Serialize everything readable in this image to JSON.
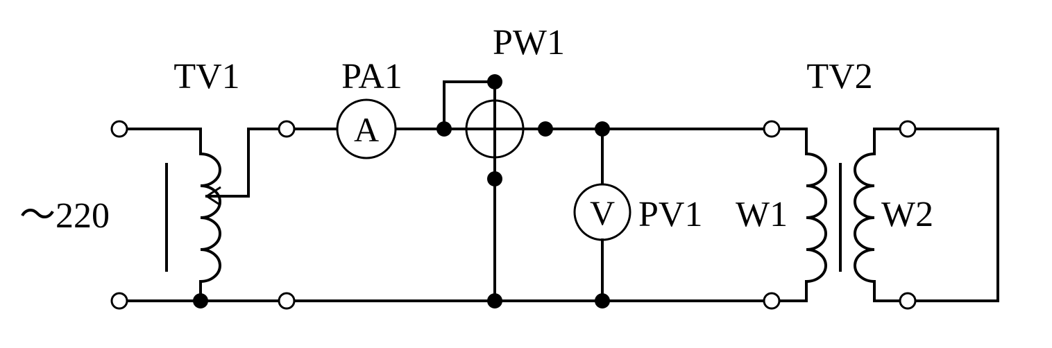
{
  "labels": {
    "tv1": "TV1",
    "pa1": "PA1",
    "pw1": "PW1",
    "tv2": "TV2",
    "pv1": "PV1",
    "w1": "W1",
    "w2": "W2",
    "source": "～220"
  },
  "meters": {
    "ammeter_symbol": "A",
    "voltmeter_symbol": "V"
  }
}
